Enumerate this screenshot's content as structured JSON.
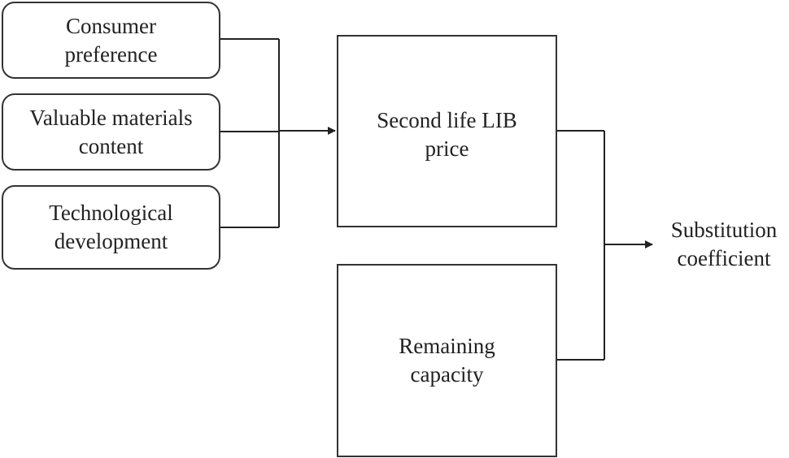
{
  "factors": [
    {
      "line1": "Consumer",
      "line2": "preference"
    },
    {
      "line1": "Valuable materials",
      "line2": "content"
    },
    {
      "line1": "Technological",
      "line2": "development"
    }
  ],
  "second_life_price": {
    "line1": "Second life LIB",
    "line2": "price"
  },
  "remaining_capacity": {
    "line1": "Remaining",
    "line2": "capacity"
  },
  "output": {
    "line1": "Substitution",
    "line2": "coefficient"
  }
}
